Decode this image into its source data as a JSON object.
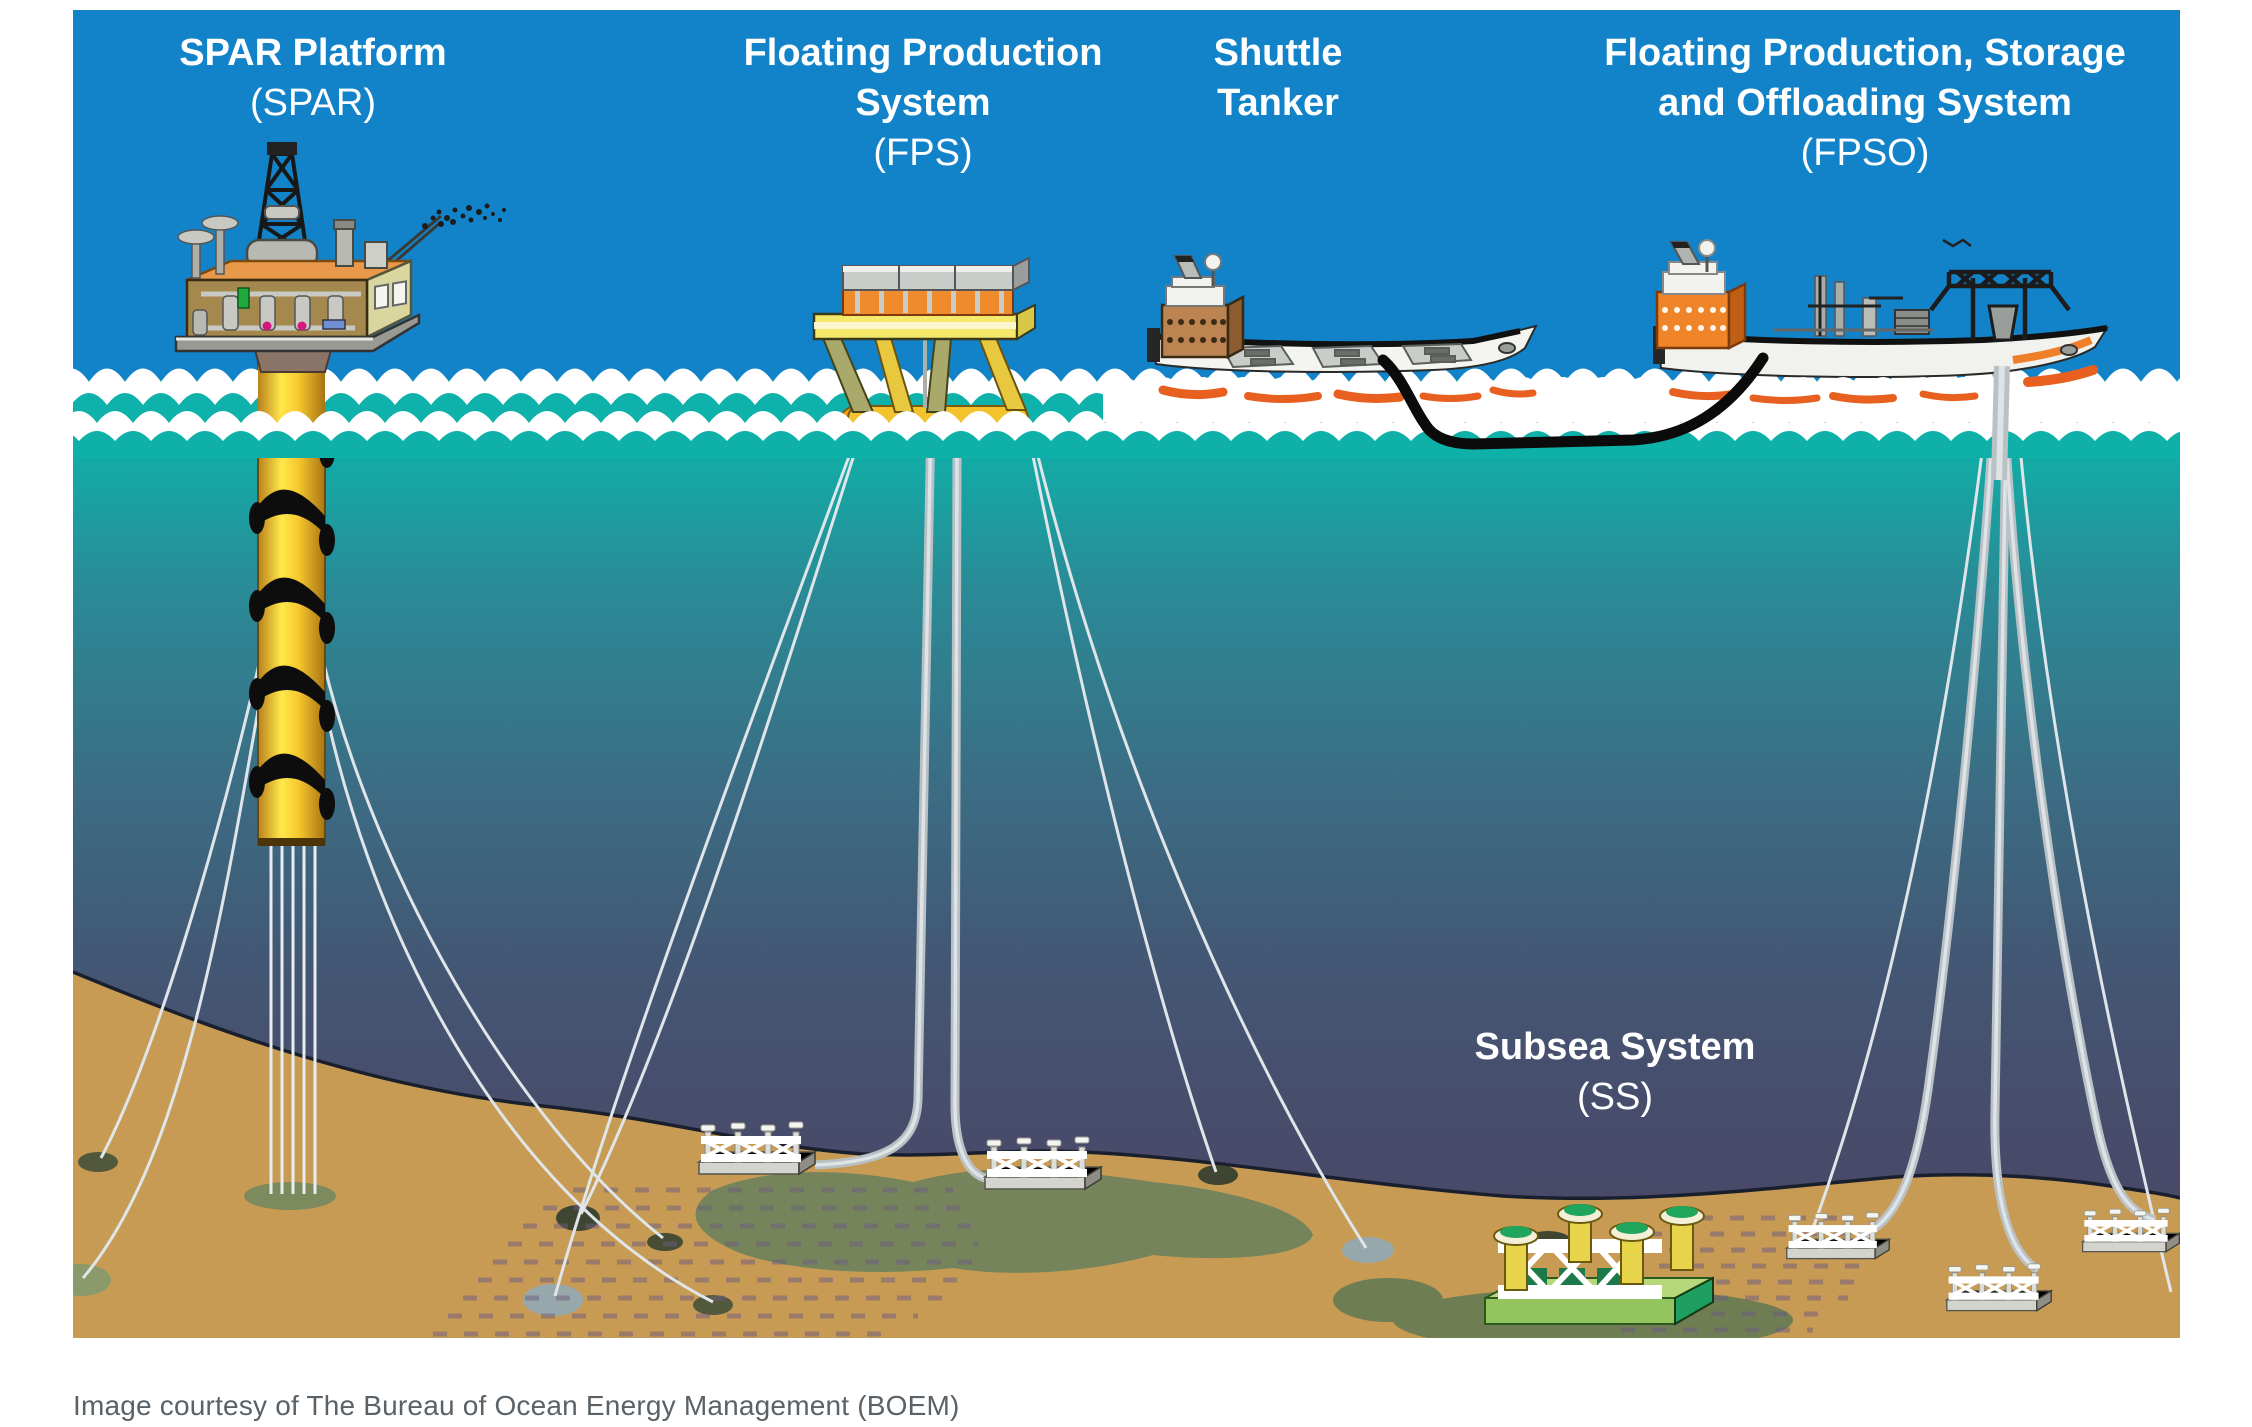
{
  "labels": {
    "spar": {
      "title": "SPAR Platform",
      "abbr": "(SPAR)"
    },
    "fps": {
      "title_line1": "Floating Production",
      "title_line2": "System",
      "abbr": "(FPS)"
    },
    "shuttle": {
      "title_line1": "Shuttle",
      "title_line2": "Tanker"
    },
    "fpso": {
      "title_line1": "Floating Production, Storage",
      "title_line2": "and Offloading System",
      "abbr": "(FPSO)"
    },
    "subsea": {
      "title": "Subsea System",
      "abbr": "(SS)"
    }
  },
  "caption": "Image courtesy of The Bureau of Ocean Energy Management (BOEM)",
  "components": [
    {
      "name": "SPAR Platform",
      "abbr": "SPAR"
    },
    {
      "name": "Floating Production System",
      "abbr": "FPS"
    },
    {
      "name": "Shuttle Tanker",
      "abbr": ""
    },
    {
      "name": "Floating Production, Storage and Offloading System",
      "abbr": "FPSO"
    },
    {
      "name": "Subsea System",
      "abbr": "SS"
    }
  ],
  "colors": {
    "sky": "#1283c9",
    "wave_foam": "#ffffff",
    "ocean_surface": "#0fb2aa",
    "ocean_deep": "#4b4766",
    "seabed_sand": "#c79b54",
    "label_text": "#ffffff",
    "caption_text": "#5a6268",
    "spar_yellow": "#ffe84a",
    "fps_orange": "#ef8b2d",
    "fpso_orange": "#ef8428",
    "tanker_brown": "#bb8450",
    "hose_black": "#0b0b0b",
    "manifold_white": "#ececе6",
    "subsea_green": "#2bb673"
  }
}
